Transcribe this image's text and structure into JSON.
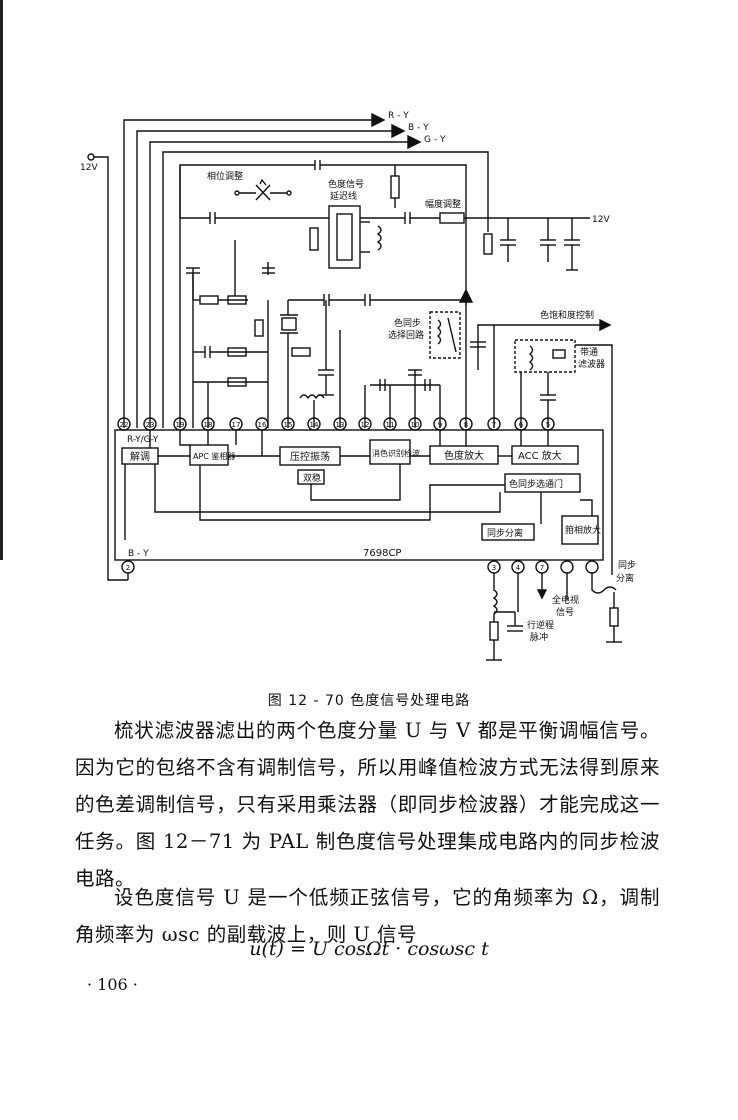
{
  "figure": {
    "caption": "图 12 - 70   色度信号处理电路",
    "outputs": [
      "R - Y",
      "B - Y",
      "G - Y"
    ],
    "supply_left": "12V",
    "supply_right": "12V",
    "labels": {
      "phase_adjust": "相位调整",
      "chroma_delay_1": "色度信号",
      "chroma_delay_2": "延迟线",
      "amp_adjust": "幅度调整",
      "burst_1": "色同步",
      "burst_2": "选择回路",
      "acc_control": "色饱和度控制",
      "bandpass_1": "带通",
      "bandpass_2": "滤波器",
      "sync_sep_1": "同步",
      "sync_sep_2": "分离",
      "video_1": "全电视",
      "video_2": "信号",
      "hpulse_1": "行逆程",
      "hpulse_2": "脉冲"
    },
    "blocks": {
      "demod": "解调",
      "matrix": "R-Y/G-Y",
      "apc": "APC 鉴相器",
      "vco": "压控振荡",
      "killer": "消色识别检波",
      "flipflop": "双稳",
      "chroma_amp": "色度放大",
      "acc_amp": "ACC 放大",
      "burst_gate": "色同步选通门",
      "sync_sep": "同步分离",
      "clamp_amp": "箝相放大",
      "chip": "7698CP",
      "by_label": "B - Y"
    },
    "pins_top": [
      "22",
      "23",
      "19",
      "18",
      "17",
      "16",
      "15",
      "14",
      "13",
      "12",
      "11",
      "10",
      "9",
      "8",
      "7",
      "6",
      "5"
    ],
    "pins_bottom": [
      "2",
      "3",
      "4",
      "7"
    ]
  },
  "text": {
    "p1": "梳状滤波器滤出的两个色度分量 U 与 V 都是平衡调幅信号。因为它的包络不含有调制信号，所以用峰值检波方式无法得到原来的色差调制信号，只有采用乘法器（即同步检波器）才能完成这一任务。图 12－71 为 PAL 制色度信号处理集成电路内的同步检波电路。",
    "p2": "设色度信号 U 是一个低频正弦信号，它的角频率为 Ω，调制角频率为 ωsc 的副载波上，则 U 信号",
    "formula": "u(t) = U cosΩt · cosωsc t",
    "page_number": "· 106 ·"
  },
  "colors": {
    "ink": "#111111",
    "paper": "#ffffff"
  }
}
